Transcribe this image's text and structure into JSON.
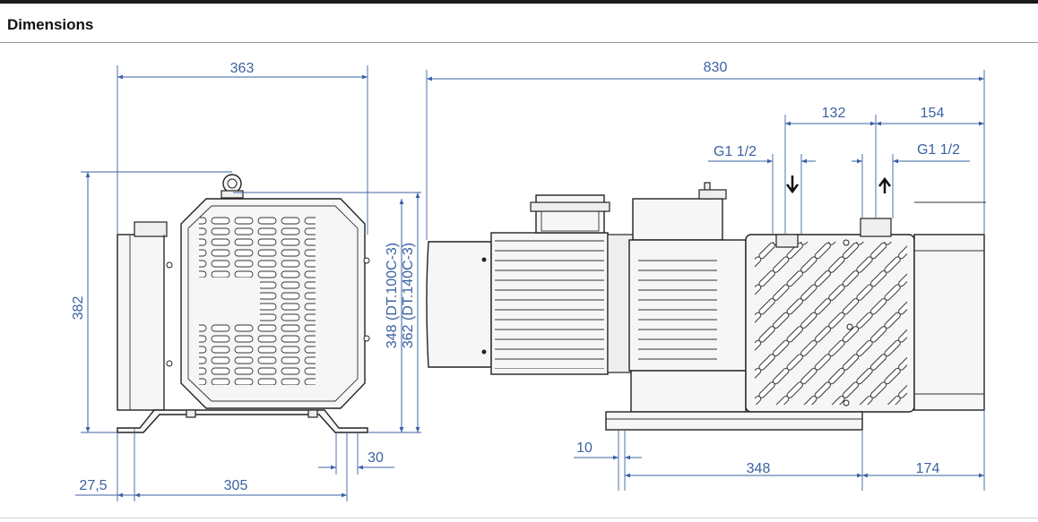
{
  "header": {
    "title": "Dimensions"
  },
  "side_view": {
    "width": "363",
    "height": "382",
    "height_dt100": "348 (DT.100C-3)",
    "height_dt140": "362 (DT.140C-3)",
    "foot_offset": "27,5",
    "foot_spacing": "305",
    "foot_width": "30"
  },
  "front_view": {
    "overall_length": "830",
    "inlet_offset": "132",
    "outlet_offset": "154",
    "inlet_thread": "G1 1/2",
    "outlet_thread": "G1 1/2",
    "base_edge": "10",
    "base_spacing": "348",
    "base_overhang": "174"
  },
  "colors": {
    "dimension": "#3b62a3",
    "outline": "#222222"
  }
}
